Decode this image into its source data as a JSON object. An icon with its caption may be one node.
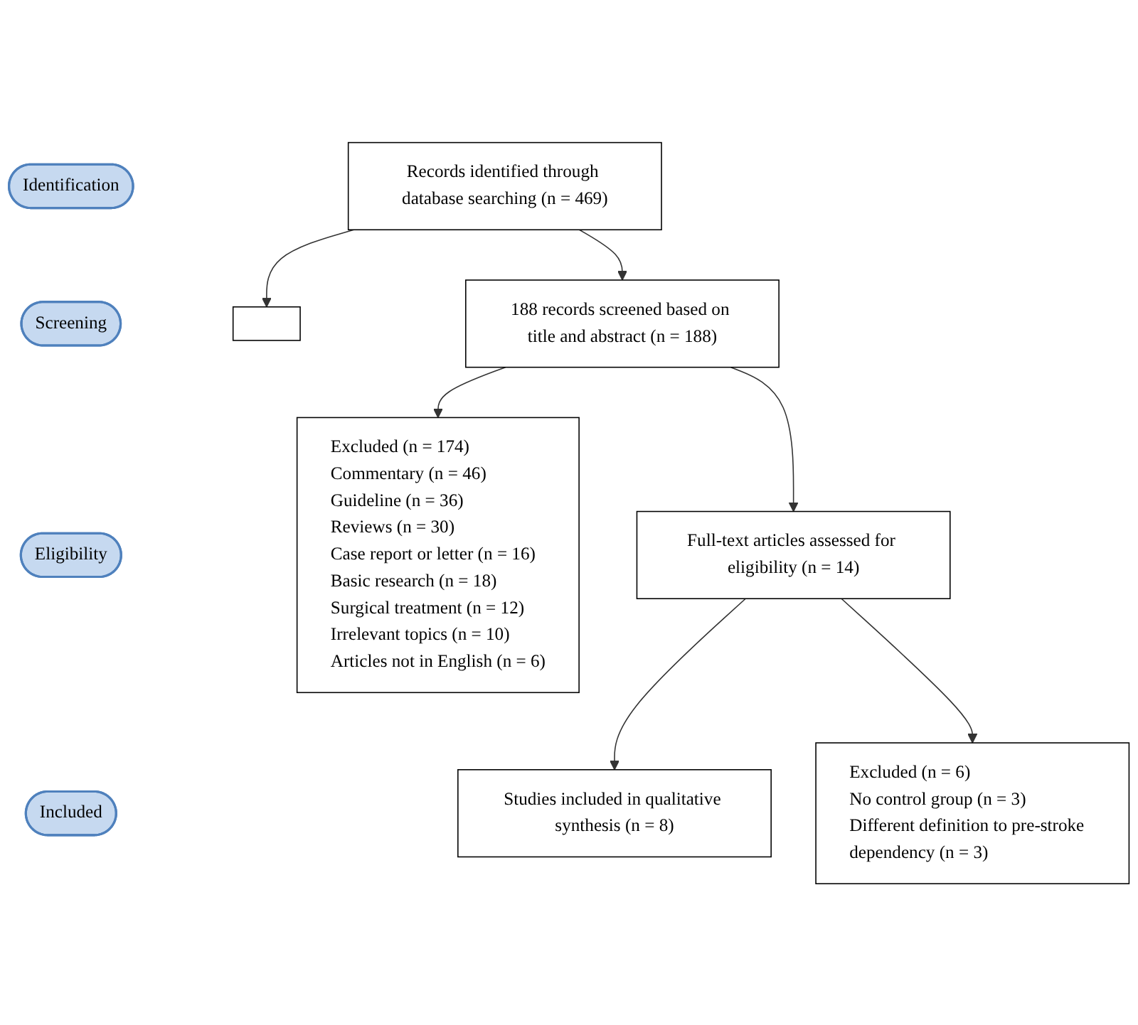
{
  "diagram": {
    "nodes": [
      {
        "text": [
          "Identification"
        ]
      },
      {
        "text": [
          "Screening"
        ]
      },
      {
        "text": [
          "Eligibility"
        ]
      },
      {
        "text": [
          "Included"
        ]
      },
      {
        "text": [
          "Records identified through database searching (n = 469)"
        ]
      },
      {
        "text": [],
        "shape": "box"
      },
      {
        "text": [
          "188 records screened based on title and abstract (n = 188)"
        ]
      },
      {
        "text": [
          "Excluded (n = 174)",
          "Commentary (n = 46)",
          "Guideline (n = 36)",
          "Reviews (n = 30)",
          "Case report or letter (n = 16)",
          "Basic research (n = 18)",
          "Surgical treatment (n = 12)",
          "Irrelevant topics (n = 10)",
          "Articles not in English (n = 6)"
        ]
      },
      {
        "text": [
          "Full-text articles assessed for eligibility (n = 14)"
        ]
      },
      {
        "text": [
          "Excluded (n = 6)",
          "No control group (n = 3)",
          "Different definition to pre-stroke dependency (n = 3)"
        ]
      },
      {
        "text": [
          "Studies included in qualitative synthesis (n = 8)"
        ]
      }
    ],
    "edges": [
      {
        "from": 4,
        "to": 5,
        "arrow": "to"
      },
      {
        "from": 4,
        "to": 6,
        "arrow": "to"
      },
      {
        "from": 6,
        "to": 8,
        "arrow": "to"
      },
      {
        "from": 6,
        "to": 7,
        "arrow": "to"
      },
      {
        "from": 8,
        "to": 10,
        "arrow": "to"
      },
      {
        "from": 8,
        "to": 9,
        "arrow": "to"
      }
    ]
  }
}
